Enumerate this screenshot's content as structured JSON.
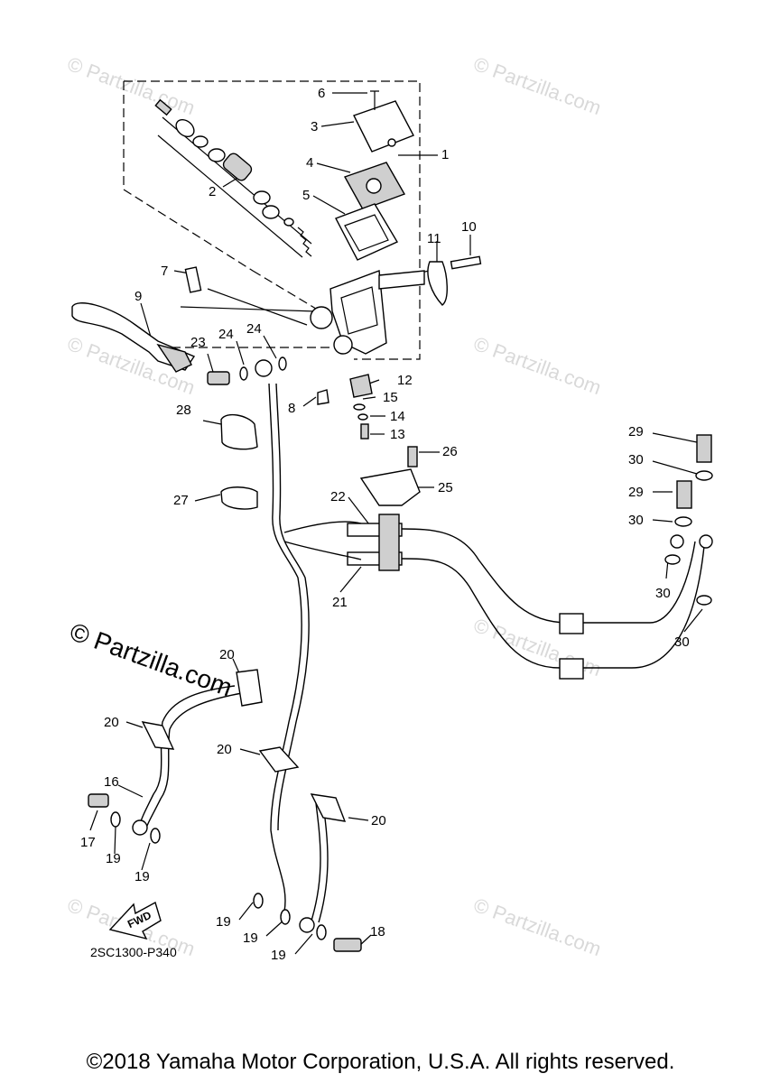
{
  "watermarks": [
    "© Partzilla.com",
    "© Partzilla.com",
    "© Partzilla.com",
    "© Partzilla.com",
    "© Partzilla.com",
    "© Partzilla.com",
    "© Partzilla.com"
  ],
  "watermark_main": "© Partzilla.com",
  "callouts": {
    "c1": "1",
    "c2": "2",
    "c3": "3",
    "c4": "4",
    "c5": "5",
    "c6": "6",
    "c7": "7",
    "c8": "8",
    "c9": "9",
    "c10": "10",
    "c11": "11",
    "c12": "12",
    "c13": "13",
    "c14": "14",
    "c15": "15",
    "c16": "16",
    "c17": "17",
    "c18": "18",
    "c19": "19",
    "c20": "20",
    "c21": "21",
    "c22": "22",
    "c23": "23",
    "c24": "24",
    "c25": "25",
    "c26": "26",
    "c27": "27",
    "c28": "28",
    "c29": "29",
    "c30": "30"
  },
  "fwd_label": "FWD",
  "diagram_code": "2SC1300-P340",
  "copyright": "©2018 Yamaha Motor Corporation, U.S.A. All rights reserved."
}
